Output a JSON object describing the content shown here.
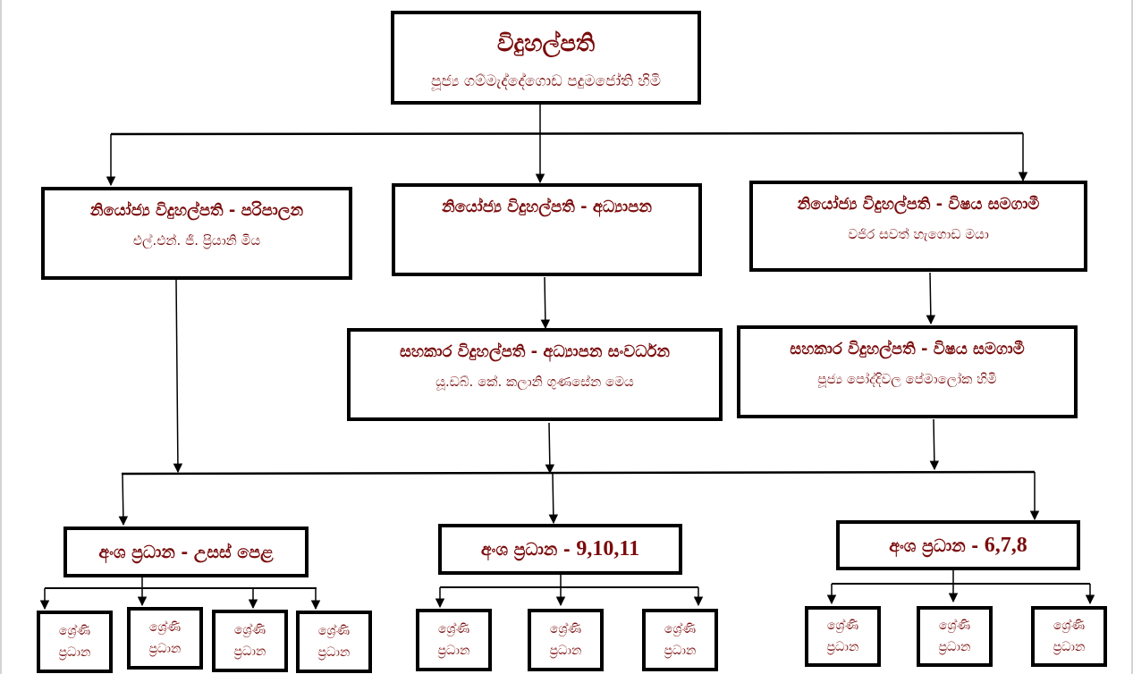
{
  "colors": {
    "text": "#7b0c0c",
    "border": "#000000",
    "connector": "#000000",
    "background": "#ffffff"
  },
  "principal": {
    "title": "විදුහල්පති",
    "name": "පූජ්‍ය ගම්මැද්දේගොඩ පදුමජෝති හිමි"
  },
  "deputies": [
    {
      "title": "නියෝජ්‍ය විදුහල්පති - පරිපාලන",
      "name": "එල්.එන්. ජී. ප්‍රියානි මිය"
    },
    {
      "title": "නියෝජ්‍ය විදුහල්පති - අධ්‍යාපන",
      "name": ""
    },
    {
      "title": "නියෝජ්‍ය විදුහල්පති - විෂය සමගාමී",
      "name": "වජිර සවත් හැගොඩ මයා"
    }
  ],
  "assistants": [
    {
      "title": "සහකාර විදුහල්පති - අධ්‍යාපන සංවර්ධන",
      "name": "යූ.ඩබ්. කේ. කලානි ගුණසේන මෙය"
    },
    {
      "title": "සහකාර විදුහල්පති - විෂය සමගාමී",
      "name": "පූජ්‍ය පෝද්දිවල පේමාලෝක හිමි"
    }
  ],
  "sections": [
    {
      "title": "අංශ ප්‍රධාන - ",
      "label": "උසස් පෙළ"
    },
    {
      "title": "අංශ ප්‍රධාන - ",
      "label": "9,10,11"
    },
    {
      "title": "අංශ ප්‍රධාන - ",
      "label": "6,7,8"
    }
  ],
  "grade_heads": [
    {
      "line1": "ශ්‍රේණි",
      "line2": "ප්‍රධාන"
    },
    {
      "line1": "ශ්‍රේණි",
      "line2": "ප්‍රධාන"
    },
    {
      "line1": "ශ්‍රේණි",
      "line2": "ප්‍රධාන"
    },
    {
      "line1": "ශ්‍රේණි",
      "line2": "ප්‍රධාන"
    },
    {
      "line1": "ශ්‍රේණි",
      "line2": "ප්‍රධාන"
    },
    {
      "line1": "ශ්‍රේණි",
      "line2": "ප්‍රධාන"
    },
    {
      "line1": "ශ්‍රේණි",
      "line2": "ප්‍රධාන"
    },
    {
      "line1": "ශ්‍රේණි",
      "line2": "ප්‍රධාන"
    },
    {
      "line1": "ශ්‍රේණි",
      "line2": "ප්‍රධාන"
    },
    {
      "line1": "ශ්‍රේණි",
      "line2": "ප්‍රධාන"
    }
  ]
}
